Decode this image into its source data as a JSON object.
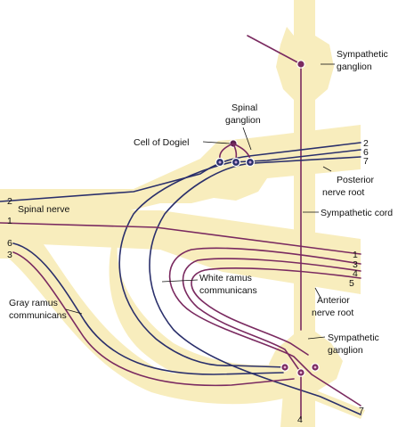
{
  "labels": {
    "sympathetic_ganglion_top": [
      "Sympathetic",
      "ganglion"
    ],
    "spinal_ganglion": [
      "Spinal",
      "ganglion"
    ],
    "cell_of_dogiel": "Cell of Dogiel",
    "posterior_nerve_root": [
      "Posterior",
      "nerve root"
    ],
    "spinal_nerve": "Spinal nerve",
    "sympathetic_cord": "Sympathetic cord",
    "white_ramus": [
      "White ramus",
      "communicans"
    ],
    "gray_ramus": [
      "Gray ramus",
      "communicans"
    ],
    "anterior_nerve_root": [
      "Anterior",
      "nerve root"
    ],
    "sympathetic_ganglion_bottom": [
      "Sympathetic",
      "ganglion"
    ]
  },
  "numbers": {
    "posterior_right": [
      "2",
      "6",
      "7"
    ],
    "left_top": [
      "2",
      "1"
    ],
    "left_bottom": [
      "6",
      "3"
    ],
    "anterior_right": [
      "1",
      "3",
      "4",
      "5"
    ],
    "bottom_center": "4",
    "bottom_right": "7"
  },
  "colors": {
    "nerve_fill": "#f8edbd",
    "fiber_purple": "#7a2a60",
    "fiber_navy": "#2a2f6b",
    "cell_purple": "#7a2a60",
    "cell_navy": "#2a2f6b"
  }
}
